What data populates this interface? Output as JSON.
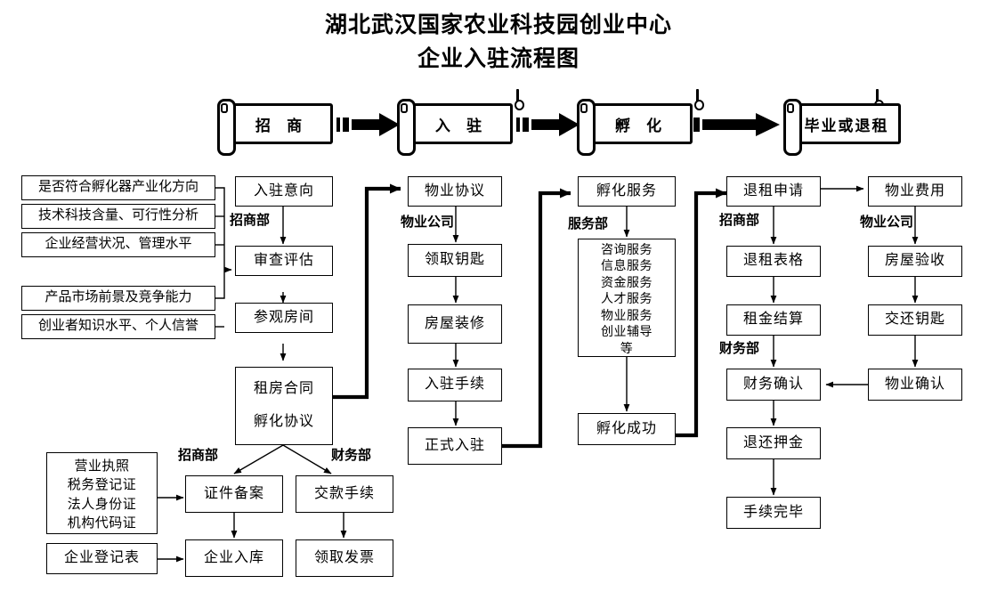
{
  "title": {
    "line1": "湖北武汉国家农业科技园创业中心",
    "line2": "企业入驻流程图"
  },
  "stages": [
    {
      "label": "招 商"
    },
    {
      "label": "入 驻"
    },
    {
      "label": "孵 化"
    },
    {
      "label": "毕业或退租"
    }
  ],
  "criteria": [
    {
      "label": "是否符合孵化器产业化方向"
    },
    {
      "label": "技术科技含量、可行性分析"
    },
    {
      "label": "企业经营状况、管理水平"
    },
    {
      "label": "产品市场前景及竞争能力"
    },
    {
      "label": "创业者知识水平、个人信誉"
    }
  ],
  "columns": {
    "recruit": {
      "dept": "招商部",
      "steps": [
        {
          "label": "入驻意向"
        },
        {
          "label": "审查评估"
        },
        {
          "label": "参观房间"
        }
      ],
      "contract": {
        "line1": "租房合同",
        "line2": "孵化协议"
      }
    },
    "property": {
      "dept": "物业公司",
      "steps": [
        {
          "label": "物业协议"
        },
        {
          "label": "领取钥匙"
        },
        {
          "label": "房屋装修"
        },
        {
          "label": "入驻手续"
        },
        {
          "label": "正式入驻"
        }
      ]
    },
    "incubate": {
      "dept": "服务部",
      "head": {
        "label": "孵化服务"
      },
      "services": [
        "咨询服务",
        "信息服务",
        "资金服务",
        "人才服务",
        "物业服务",
        "创业辅导",
        "等"
      ],
      "result": {
        "label": "孵化成功"
      }
    },
    "exit_recruit": {
      "dept_top": "招商部",
      "dept_finance": "财务部",
      "steps": [
        {
          "label": "退租申请"
        },
        {
          "label": "退租表格"
        },
        {
          "label": "租金结算"
        },
        {
          "label": "财务确认"
        },
        {
          "label": "退还押金"
        },
        {
          "label": "手续完毕"
        }
      ]
    },
    "exit_property": {
      "dept": "物业公司",
      "steps": [
        {
          "label": "物业费用"
        },
        {
          "label": "房屋验收"
        },
        {
          "label": "交还钥匙"
        },
        {
          "label": "物业确认"
        }
      ]
    }
  },
  "filing": {
    "dept_left": "招商部",
    "dept_right": "财务部",
    "documents": [
      "营业执照",
      "税务登记证",
      "法人身份证",
      "机构代码证"
    ],
    "registration_form": {
      "label": "企业登记表"
    },
    "left_steps": [
      {
        "label": "证件备案"
      },
      {
        "label": "企业入库"
      }
    ],
    "right_steps": [
      {
        "label": "交款手续"
      },
      {
        "label": "领取发票"
      }
    ]
  }
}
